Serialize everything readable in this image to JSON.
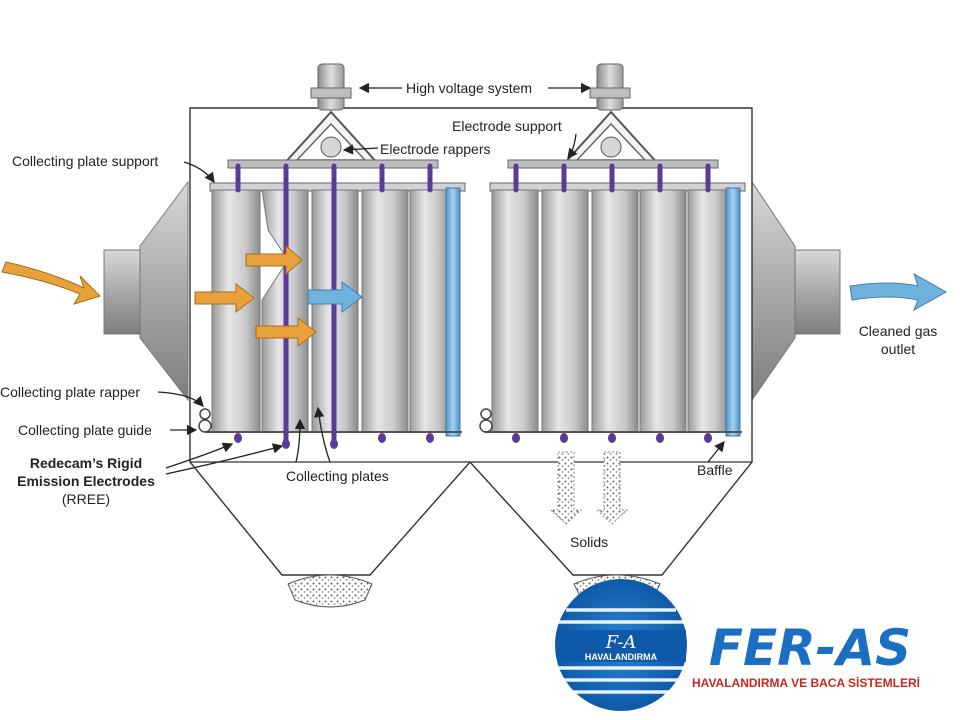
{
  "labels": {
    "high_voltage": "High voltage system",
    "electrode_support": "Electrode support",
    "electrode_rappers": "Electrode rappers",
    "collecting_plate_support": "Collecting plate support",
    "collecting_plate_rapper": "Collecting plate rapper",
    "collecting_plate_guide": "Collecting plate guide",
    "rree_line1": "Redecam’s Rigid",
    "rree_line2": "Emission Electrodes",
    "rree_line3": "(RREE)",
    "collecting_plates": "Collecting plates",
    "baffle": "Baffle",
    "solids": "Solids",
    "cleaned_gas_line1": "Cleaned gas",
    "cleaned_gas_line2": "outlet"
  },
  "logo": {
    "monogram": "F-A",
    "emblem_text": "HAVALANDIRMA",
    "name": "FER-AS",
    "tagline": "HAVALANDIRMA VE BACA SİSTEMLERİ"
  },
  "colors": {
    "inlet_arrow": "#e9a23b",
    "outlet_arrow": "#6fb2de",
    "electrode": "#5a3a9a",
    "plate": "#c8c8c8",
    "baffle": "#7fb7e3",
    "logo_blue": "#1a6fc2",
    "logo_red": "#c7281e"
  }
}
